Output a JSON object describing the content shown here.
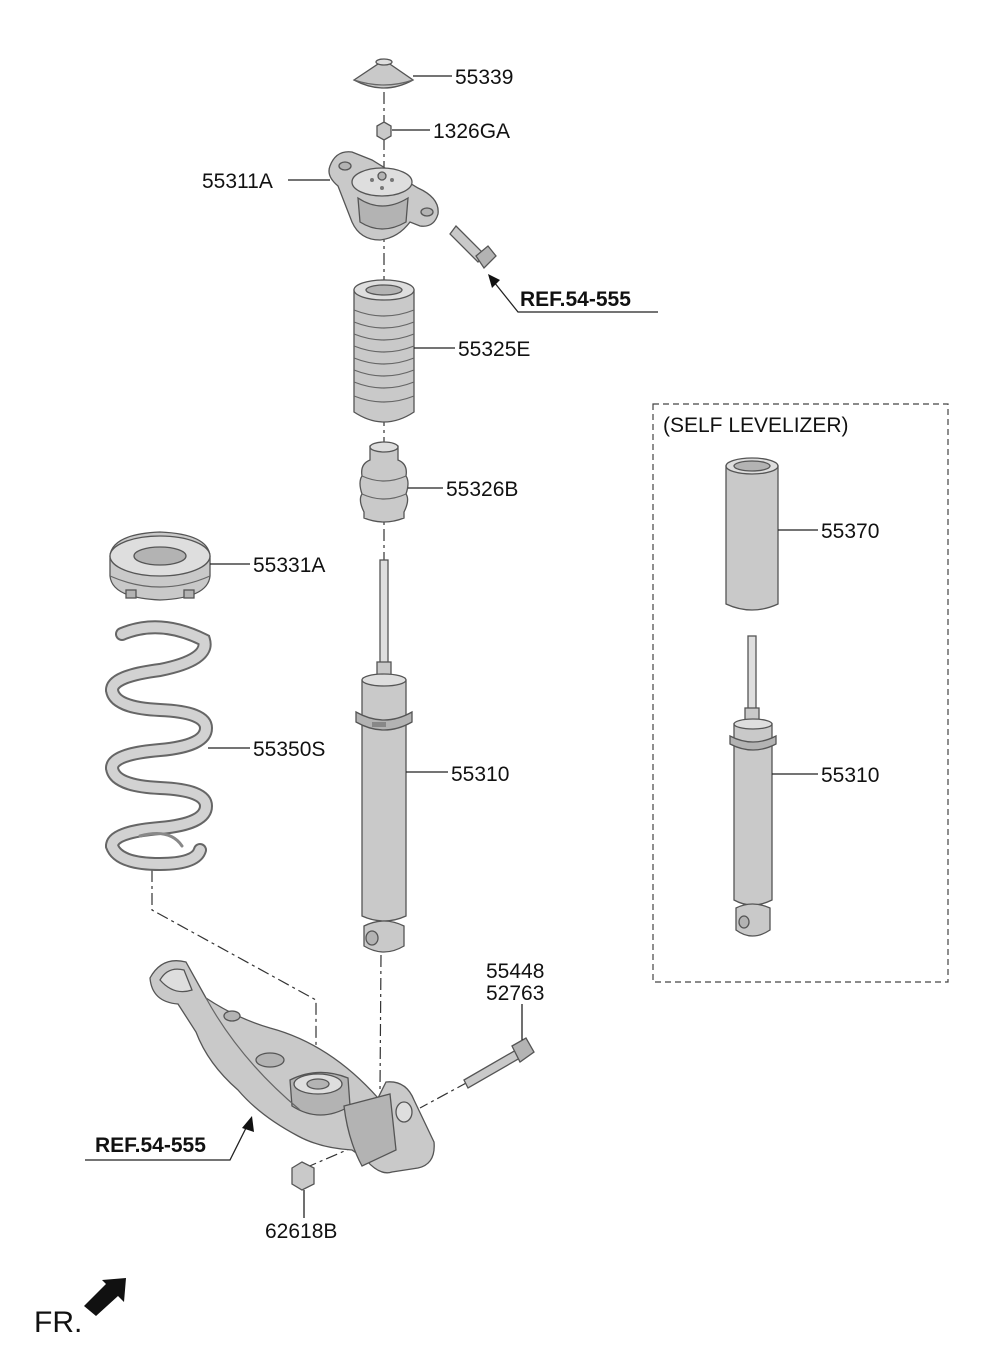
{
  "labels": {
    "p55339": "55339",
    "p1326GA": "1326GA",
    "p55311A": "55311A",
    "ref_top": "REF.54-555",
    "p55325E": "55325E",
    "p55326B": "55326B",
    "p55331A": "55331A",
    "p55350S": "55350S",
    "p55310": "55310",
    "p55448": "55448",
    "p52763": "52763",
    "ref_bottom": "REF.54-555",
    "p62618B": "62618B",
    "fr": "FR."
  },
  "self_levelizer": {
    "title": "(SELF LEVELIZER)",
    "p55370": "55370",
    "p55310": "55310"
  },
  "colors": {
    "part_fill": "#c9c9c9",
    "line": "#222222"
  }
}
